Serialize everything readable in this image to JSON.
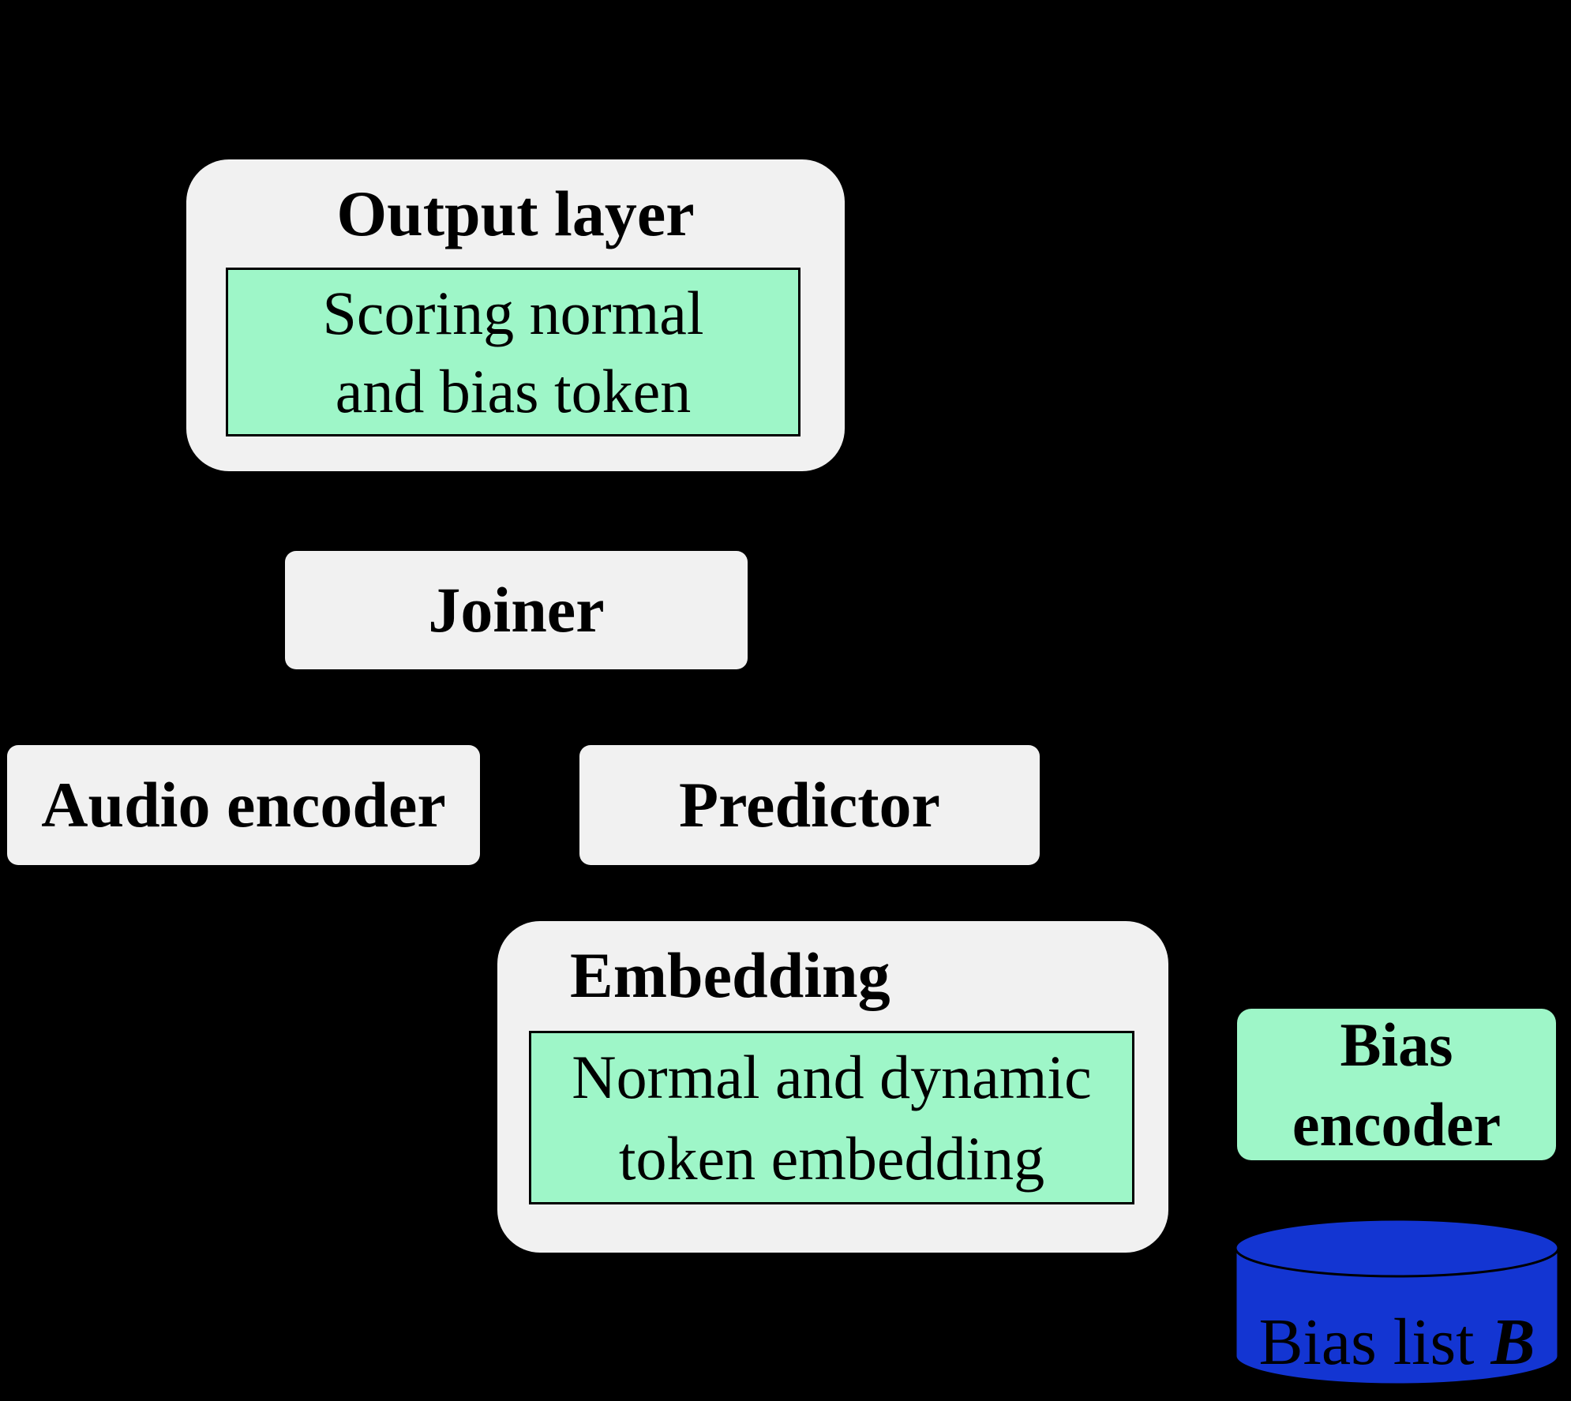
{
  "colors": {
    "background": "#000000",
    "module_box": "#F1F1F1",
    "highlight_box": "#9EF6C8",
    "database": "#1335D2",
    "text": "#000000"
  },
  "nodes": {
    "output_layer": {
      "title": "Output layer",
      "detail_line1": "Scoring normal",
      "detail_line2": "and bias token"
    },
    "joiner": {
      "title": "Joiner"
    },
    "audio_encoder": {
      "title": "Audio encoder"
    },
    "predictor": {
      "title": "Predictor"
    },
    "embedding": {
      "title": "Embedding",
      "detail_line1": "Normal and dynamic",
      "detail_line2": "token embedding"
    },
    "bias_encoder": {
      "line1": "Bias",
      "line2": "encoder"
    },
    "bias_list": {
      "label": "Bias list ",
      "symbol": "B"
    }
  }
}
